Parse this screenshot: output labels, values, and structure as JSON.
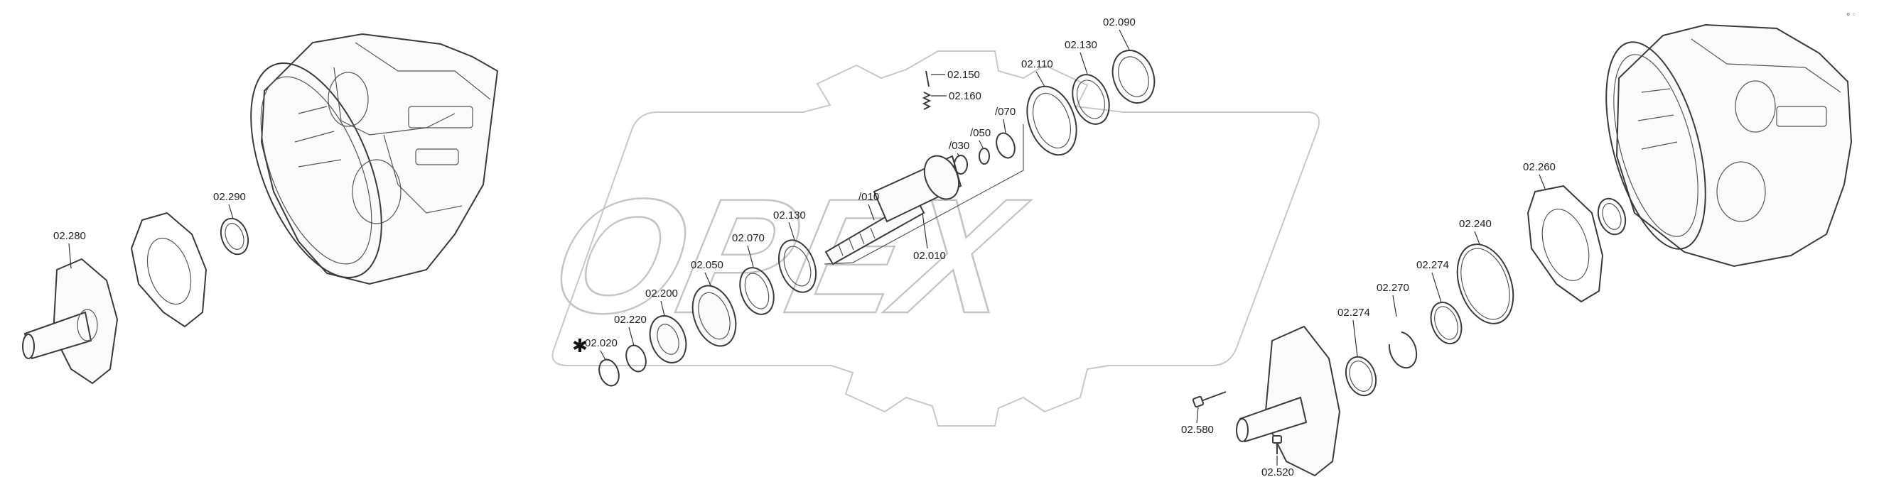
{
  "watermark": {
    "brand": "OPEX"
  },
  "corner_mark": "⚬◦",
  "star_symbol": "✱",
  "labels": {
    "l02150": "02.150",
    "l02160": "02.160",
    "l02090": "02.090",
    "l02130a": "02.130",
    "l02110": "02.110",
    "l070": "/070",
    "l050": "/050",
    "l030": "/030",
    "l010": "/010",
    "l02010": "02.010",
    "l02130b": "02.130",
    "l02070": "02.070",
    "l02050": "02.050",
    "l02200": "02.200",
    "l02220": "02.220",
    "l02020": "02.020",
    "l02290": "02.290",
    "l02280": "02.280",
    "l02260": "02.260",
    "l02240": "02.240",
    "l02274a": "02.274",
    "l02270": "02.270",
    "l02274b": "02.274",
    "l02580": "02.580",
    "l02520": "02.520"
  }
}
